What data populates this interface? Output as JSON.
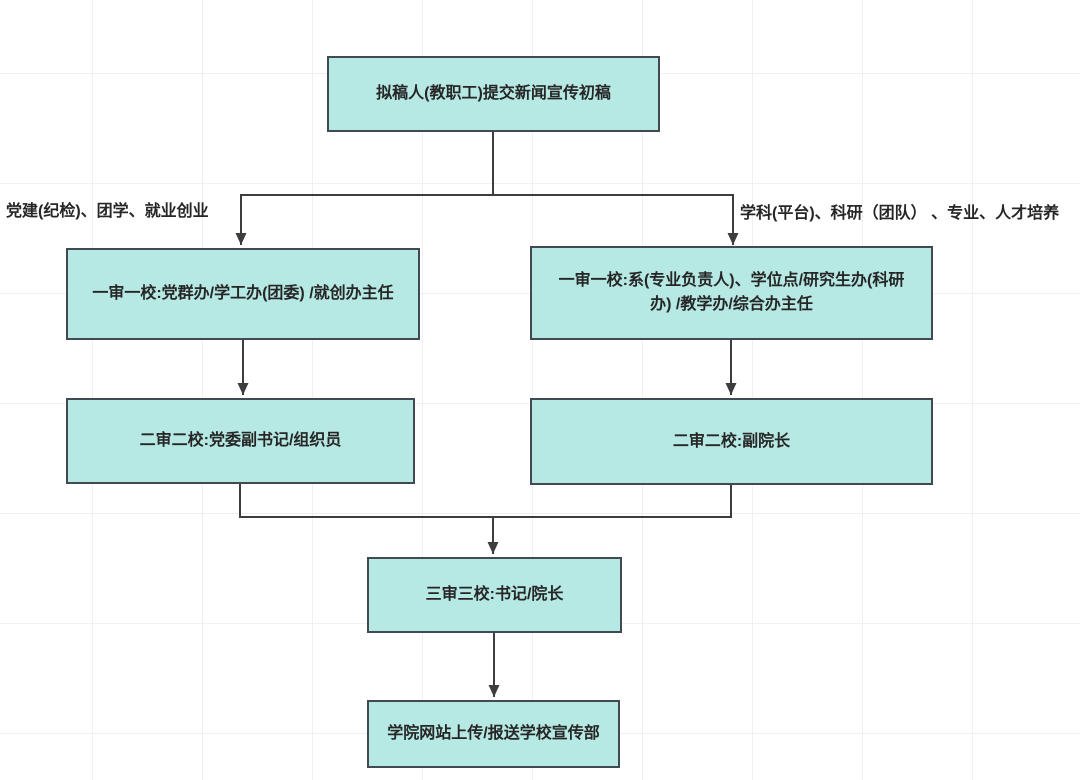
{
  "diagram": {
    "type": "flowchart",
    "description": "News publicity draft review and approval workflow"
  },
  "colors": {
    "bg": "#ffffff",
    "grid": "#f2eff0",
    "node_fill": "#b6e8e4",
    "node_border": "#414a52",
    "line": "#3d3d3d",
    "text": "#262626"
  },
  "nodes": [
    {
      "id": "start",
      "label": "拟稿人(教职工)提交新闻宣传初稿"
    },
    {
      "id": "left1",
      "label": "一审一校:党群办/学工办(团委) /就创办主任"
    },
    {
      "id": "right1",
      "label": "一审一校:系(专业负责人)、学位点/研究生办(科研办) /教学办/综合办主任"
    },
    {
      "id": "left2",
      "label": "二审二校:党委副书记/组织员"
    },
    {
      "id": "right2",
      "label": "二审二校:副院长"
    },
    {
      "id": "third",
      "label": "三审三校:书记/院长"
    },
    {
      "id": "publish",
      "label": "学院网站上传/报送学校宣传部"
    }
  ],
  "edge_labels": [
    {
      "id": "left-branch",
      "text": "党建(纪检)、团学、就业创业"
    },
    {
      "id": "right-branch",
      "text": "学科(平台)、科研（团队） 、专业、人才培养"
    }
  ]
}
